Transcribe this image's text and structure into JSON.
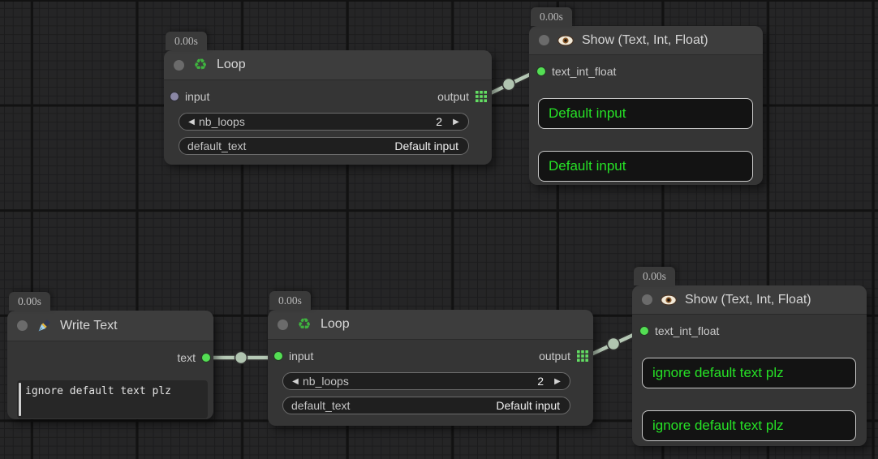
{
  "colors": {
    "canvas_bg": "#252526",
    "node_body": "#353535",
    "node_header": "#3d3d3d",
    "link": "#b6c9b6",
    "slot_connected_green": "#54de54",
    "slot_idle_lavender": "#8a87a5",
    "show_text_green": "#26e226",
    "widget_border": "#6c6c6c"
  },
  "nodes": {
    "loop_top": {
      "badge": "0.00s",
      "title": "Loop",
      "icon": "recycle-icon",
      "input_label": "input",
      "output_label": "output",
      "widgets": {
        "nb_loops_label": "nb_loops",
        "nb_loops_value": "2",
        "default_text_label": "default_text",
        "default_text_value": "Default input"
      }
    },
    "show_top": {
      "badge": "0.00s",
      "title": "Show (Text, Int, Float)",
      "icon": "eye-icon",
      "input_label": "text_int_float",
      "boxes": [
        "Default input",
        "Default input"
      ]
    },
    "write_text": {
      "badge": "0.00s",
      "title": "Write Text",
      "icon": "pen-icon",
      "output_label": "text",
      "textarea_value": "ignore default text plz"
    },
    "loop_bottom": {
      "badge": "0.00s",
      "title": "Loop",
      "icon": "recycle-icon",
      "input_label": "input",
      "output_label": "output",
      "widgets": {
        "nb_loops_label": "nb_loops",
        "nb_loops_value": "2",
        "default_text_label": "default_text",
        "default_text_value": "Default input"
      }
    },
    "show_bottom": {
      "badge": "0.00s",
      "title": "Show (Text, Int, Float)",
      "icon": "eye-icon",
      "input_label": "text_int_float",
      "boxes": [
        "ignore default text plz",
        "ignore default text plz"
      ]
    }
  },
  "glyphs": {
    "recycle": "♻",
    "arrow_left": "◀",
    "arrow_right": "▶"
  },
  "links": [
    {
      "from": "loop_top.output",
      "to": "show_top.text_int_float"
    },
    {
      "from": "write_text.text",
      "to": "loop_bottom.input"
    },
    {
      "from": "loop_bottom.output",
      "to": "show_bottom.text_int_float"
    }
  ]
}
